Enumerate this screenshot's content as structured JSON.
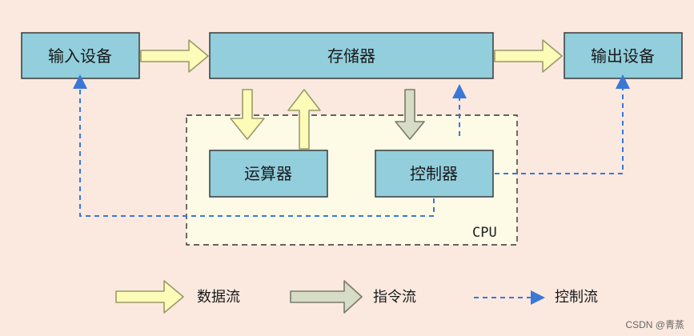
{
  "diagram": {
    "nodes": {
      "input_device": "输入设备",
      "memory": "存储器",
      "output_device": "输出设备",
      "alu": "运算器",
      "controller": "控制器"
    },
    "cpu_label": "CPU",
    "legend": {
      "data_flow": "数据流",
      "instruction_flow": "指令流",
      "control_flow": "控制流"
    }
  },
  "watermark": "CSDN @青蒸",
  "colors": {
    "background": "#fbe9df",
    "box_fill": "#92cedc",
    "box_stroke": "#3a3a3a",
    "cpu_fill": "#fdfbe6",
    "data_arrow_fill": "#fdfbb8",
    "data_arrow_stroke": "#9a9a6a",
    "instruction_arrow_fill": "#d6dcc6",
    "instruction_arrow_stroke": "#7a7a6a",
    "control_flow": "#3a78d8"
  }
}
